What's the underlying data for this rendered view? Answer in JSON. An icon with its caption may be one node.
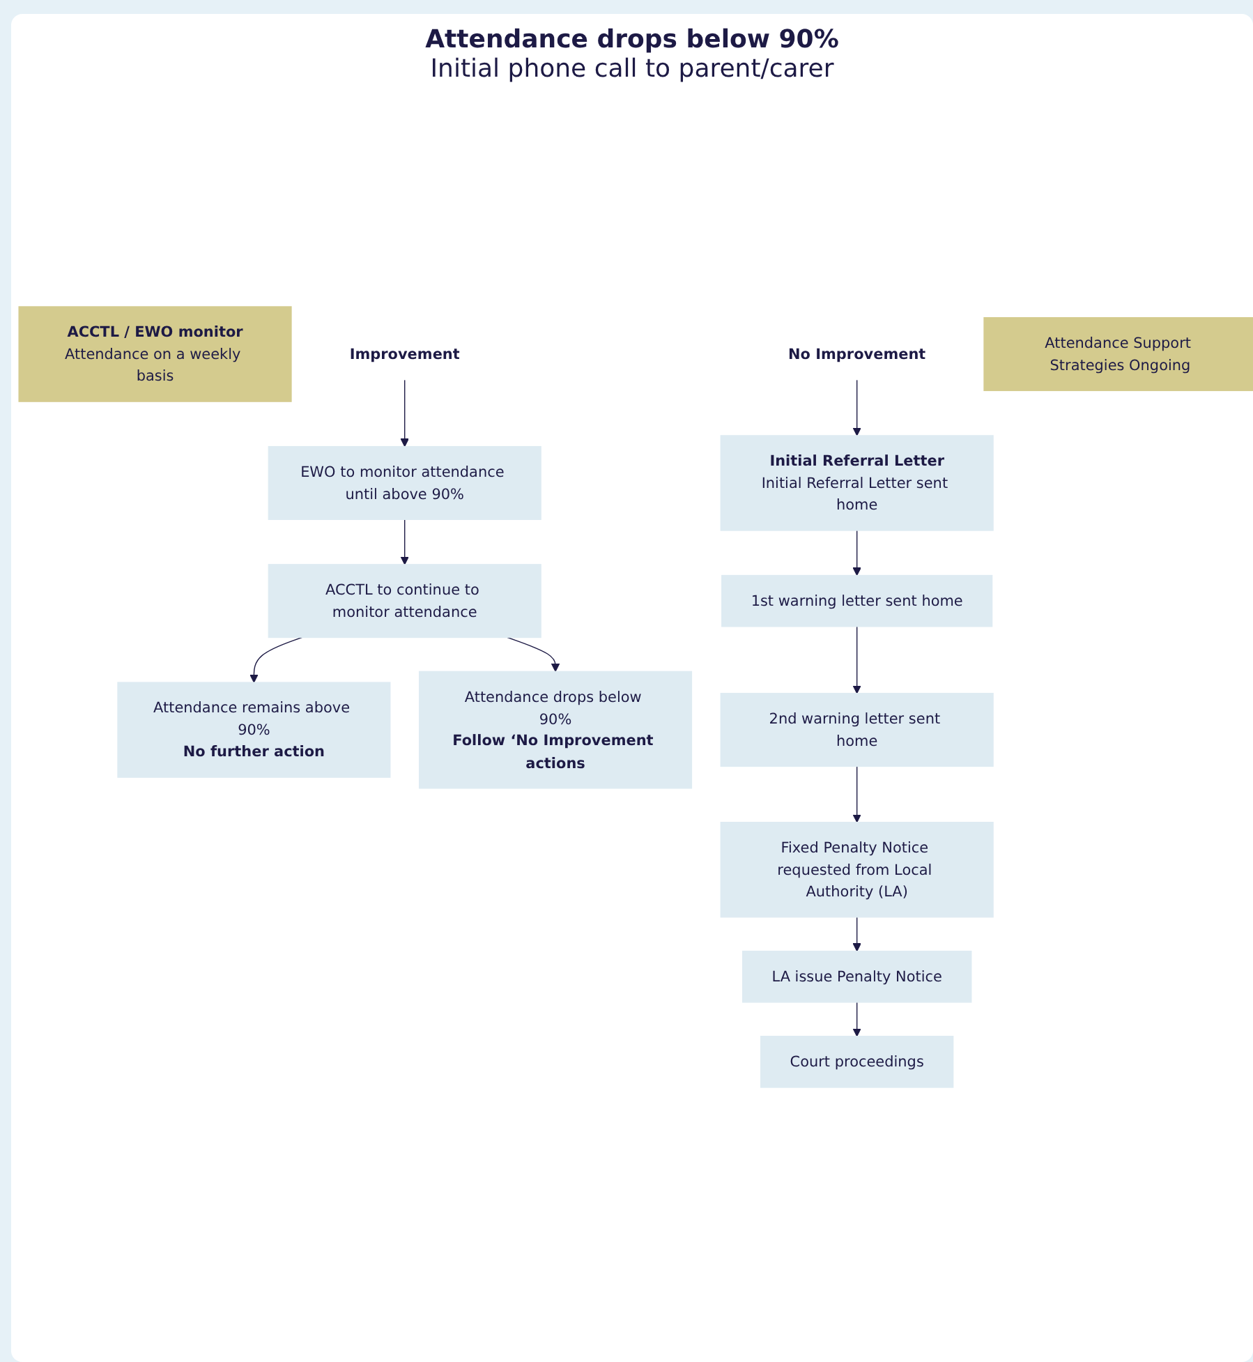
{
  "diagram": {
    "nodes": [
      {
        "text": [
          "ACCTL / EWO monitor",
          "Attendance on a weekly basis"
        ]
      },
      {
        "text": [
          "Improvement"
        ]
      },
      {
        "text": [
          "No Improvement"
        ]
      },
      {
        "text": [
          "EWO to monitor attendance until above 90%"
        ]
      },
      {
        "text": [
          "ACCTL to continue to monitor attendance"
        ]
      },
      {
        "text": [
          "Attendance remains above 90%",
          "No further action"
        ]
      },
      {
        "text": [
          "Attendance drops below 90%",
          "Follow ‘No Improvement actions"
        ]
      },
      {
        "text": [
          "Initial Referral Letter",
          "Initial Referral Letter sent home"
        ]
      },
      {
        "text": [
          "1st warning letter sent home"
        ]
      },
      {
        "text": [
          "2nd warning letter sent home"
        ]
      },
      {
        "text": [
          "Fixed Penalty Notice requested from Local Authority (LA)"
        ]
      },
      {
        "text": [
          "LA issue Penalty Notice"
        ]
      },
      {
        "text": [
          "Court proceedings"
        ]
      },
      {
        "text": [
          "Attendance Support Strategies Ongoing"
        ]
      }
    ],
    "edges": [
      {
        "from": 1,
        "to": 3,
        "arrow": "to"
      },
      {
        "from": 3,
        "to": 4,
        "arrow": "to"
      },
      {
        "from": 4,
        "to": 5,
        "arrow": "to"
      },
      {
        "from": 4,
        "to": 6,
        "arrow": "to"
      },
      {
        "from": 2,
        "to": 7,
        "arrow": "to"
      },
      {
        "from": 7,
        "to": 8,
        "arrow": "to"
      },
      {
        "from": 8,
        "to": 9,
        "arrow": "to"
      },
      {
        "from": 9,
        "to": 10,
        "arrow": "to"
      },
      {
        "from": 10,
        "to": 11,
        "arrow": "to"
      },
      {
        "from": 11,
        "to": 12,
        "arrow": "to"
      }
    ],
    "labels": [
      "Attendance drops below 90%",
      "Initial phone call to parent/carer"
    ]
  }
}
